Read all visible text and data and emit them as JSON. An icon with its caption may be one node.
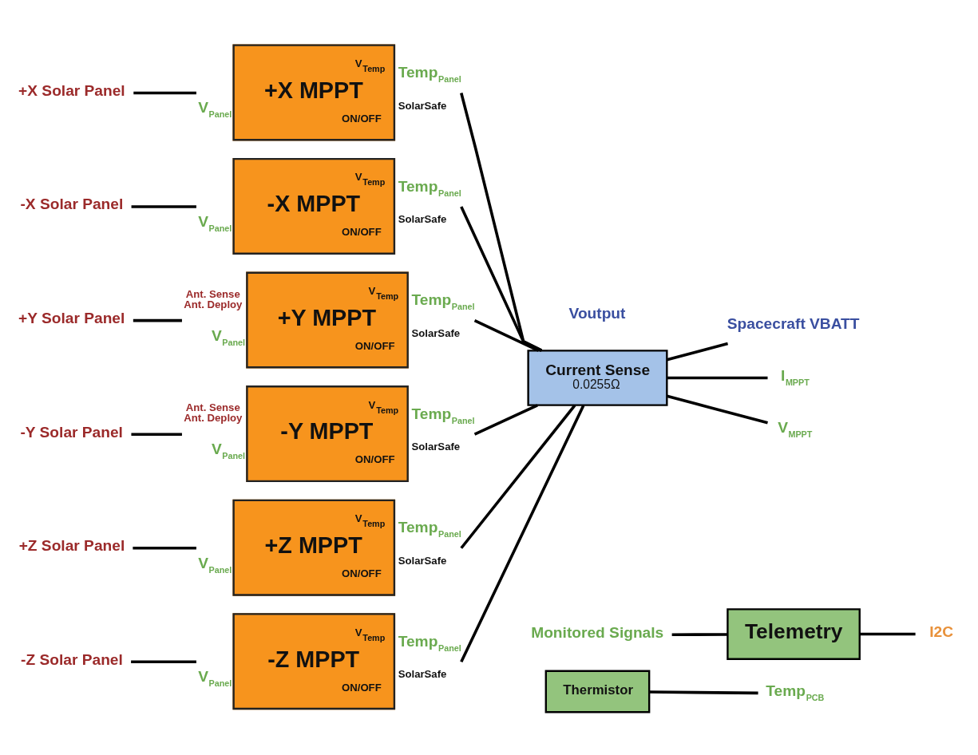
{
  "diagram": {
    "nodes": [
      {
        "text": [
          "+X Solar Panel"
        ]
      },
      {
        "text": [
          "V$_{Temp}$",
          "+X MPPT",
          "ON/OFF"
        ],
        "beside": [
          "V$_{Panel}$",
          "Temp$_{Panel}$",
          "SolarSafe"
        ]
      },
      {
        "text": [
          "-X Solar Panel"
        ]
      },
      {
        "text": [
          "V$_{Temp}$",
          "-X MPPT",
          "ON/OFF"
        ],
        "beside": [
          "V$_{Panel}$",
          "Temp$_{Panel}$",
          "SolarSafe"
        ]
      },
      {
        "text": [
          "+Y Solar Panel"
        ]
      },
      {
        "text": [
          "V$_{Temp}$",
          "+Y MPPT",
          "ON/OFF"
        ],
        "beside": [
          "Ant. Sense",
          "Ant. Deploy",
          "V$_{Panel}$",
          "Temp$_{Panel}$",
          "SolarSafe"
        ]
      },
      {
        "text": [
          "-Y Solar Panel"
        ]
      },
      {
        "text": [
          "V$_{Temp}$",
          "-Y MPPT",
          "ON/OFF"
        ],
        "beside": [
          "Ant. Sense",
          "Ant. Deploy",
          "V$_{Panel}$",
          "Temp$_{Panel}$",
          "SolarSafe"
        ]
      },
      {
        "text": [
          "+Z Solar Panel"
        ]
      },
      {
        "text": [
          "V$_{Temp}$",
          "+Z MPPT",
          "ON/OFF"
        ],
        "beside": [
          "V$_{Panel}$",
          "Temp$_{Panel}$",
          "SolarSafe"
        ]
      },
      {
        "text": [
          "-Z Solar Panel"
        ]
      },
      {
        "text": [
          "V$_{Temp}$",
          "-Z MPPT",
          "ON/OFF"
        ],
        "beside": [
          "V$_{Panel}$",
          "Temp$_{Panel}$",
          "SolarSafe"
        ]
      },
      {
        "text": [
          "Current Sense",
          "0.0255Ω"
        ]
      },
      {
        "text": [
          "Spacecraft VBATT"
        ]
      },
      {
        "text": [
          "I$_{MPPT}$"
        ]
      },
      {
        "text": [
          "V$_{MPPT}$"
        ]
      },
      {
        "text": [
          "Monitored Signals"
        ]
      },
      {
        "text": [
          "Telemetry"
        ]
      },
      {
        "text": [
          "I2C"
        ]
      },
      {
        "text": [
          "Thermistor"
        ]
      },
      {
        "text": [
          "Temp$_{PCB}$"
        ]
      }
    ],
    "edges": [
      {
        "from": 0,
        "to": 1,
        "arrow": "none"
      },
      {
        "from": 2,
        "to": 3,
        "arrow": "none"
      },
      {
        "from": 4,
        "to": 5,
        "arrow": "none"
      },
      {
        "from": 6,
        "to": 7,
        "arrow": "none"
      },
      {
        "from": 8,
        "to": 9,
        "arrow": "none"
      },
      {
        "from": 10,
        "to": 11,
        "arrow": "none"
      },
      {
        "from": 1,
        "to": 12,
        "arrow": "none"
      },
      {
        "from": 3,
        "to": 12,
        "arrow": "none"
      },
      {
        "from": 5,
        "to": 12,
        "arrow": "none"
      },
      {
        "from": 7,
        "to": 12,
        "arrow": "none"
      },
      {
        "from": 9,
        "to": 12,
        "arrow": "none"
      },
      {
        "from": 11,
        "to": 12,
        "arrow": "none"
      },
      {
        "from": 12,
        "to": 13,
        "arrow": "none"
      },
      {
        "from": 12,
        "to": 14,
        "arrow": "none"
      },
      {
        "from": 12,
        "to": 15,
        "arrow": "none"
      },
      {
        "from": 16,
        "to": 17,
        "arrow": "none"
      },
      {
        "from": 17,
        "to": 18,
        "arrow": "none"
      },
      {
        "from": 19,
        "to": 20,
        "arrow": "none"
      }
    ],
    "labels": [
      "Voutput"
    ]
  }
}
